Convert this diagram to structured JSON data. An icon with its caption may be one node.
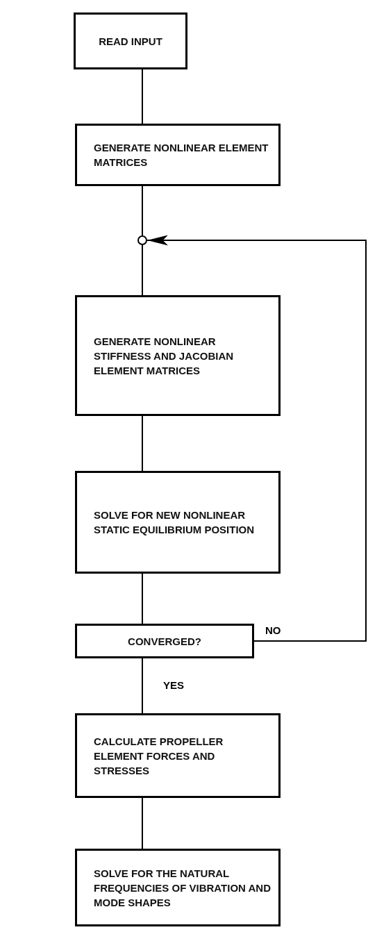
{
  "diagram": {
    "nodes": [
      {
        "text": [
          "READ INPUT"
        ]
      },
      {
        "text": [
          "GENERATE NONLINEAR ELEMENT MATRICES"
        ]
      },
      {
        "text": [],
        "shape": "circle"
      },
      {
        "text": [
          "GENERATE NONLINEAR STIFFNESS AND JACOBIAN ELEMENT MATRICES"
        ]
      },
      {
        "text": [
          "SOLVE FOR NEW NONLINEAR STATIC EQUILIBRIUM POSITION"
        ]
      },
      {
        "text": [
          "CONVERGED?"
        ]
      },
      {
        "text": [
          "CALCULATE PROPELLER ELEMENT FORCES AND STRESSES"
        ]
      },
      {
        "text": [
          "SOLVE FOR THE NATURAL FREQUENCIES OF VIBRATION AND MODE SHAPES"
        ]
      }
    ],
    "edges": [
      {
        "from": 0,
        "to": 1,
        "arrow": "none"
      },
      {
        "from": 1,
        "to": 2,
        "arrow": "none"
      },
      {
        "from": 2,
        "to": 3,
        "arrow": "none"
      },
      {
        "from": 3,
        "to": 4,
        "arrow": "none"
      },
      {
        "from": 4,
        "to": 5,
        "arrow": "none"
      },
      {
        "from": 5,
        "to": 6,
        "label": "YES",
        "arrow": "none"
      },
      {
        "from": 6,
        "to": 7,
        "arrow": "none"
      },
      {
        "from": 5,
        "to": 2,
        "label": "NO",
        "arrow": "to"
      }
    ]
  }
}
